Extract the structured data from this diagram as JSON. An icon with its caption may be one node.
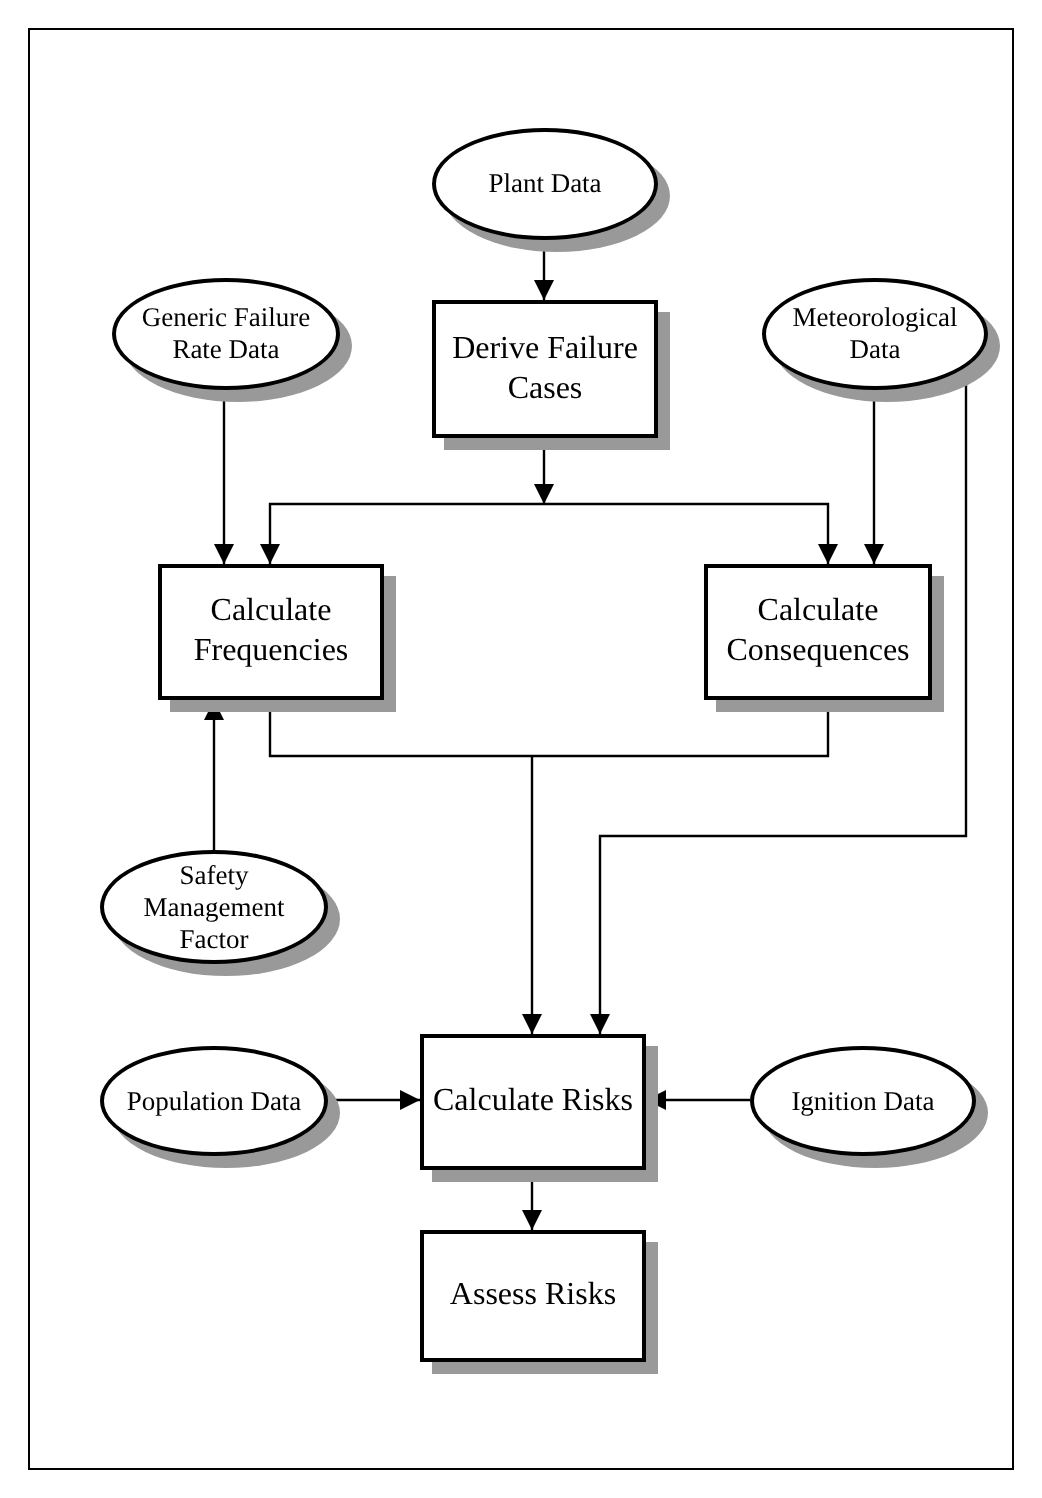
{
  "diagram": {
    "nodes": [
      {
        "text": [
          "Plant Data"
        ]
      },
      {
        "text": [
          "Derive Failure Cases"
        ]
      },
      {
        "text": [
          "Generic Failure Rate Data"
        ]
      },
      {
        "text": [
          "Meteorological Data"
        ]
      },
      {
        "text": [
          "Calculate Frequencies"
        ]
      },
      {
        "text": [
          "Calculate Consequences"
        ]
      },
      {
        "text": [
          "Safety Management Factor"
        ]
      },
      {
        "text": [
          "Population Data"
        ]
      },
      {
        "text": [
          "Calculate Risks"
        ]
      },
      {
        "text": [
          "Ignition Data"
        ]
      },
      {
        "text": [
          "Assess Risks"
        ]
      }
    ],
    "edges": [
      {
        "from": 0,
        "to": 1,
        "arrow": "to"
      },
      {
        "from": 1,
        "to": 4,
        "arrow": "to"
      },
      {
        "from": 1,
        "to": 5,
        "arrow": "to"
      },
      {
        "from": 2,
        "to": 4,
        "arrow": "to"
      },
      {
        "from": 3,
        "to": 5,
        "arrow": "to"
      },
      {
        "from": 3,
        "to": 8,
        "arrow": "to"
      },
      {
        "from": 6,
        "to": 4,
        "arrow": "to"
      },
      {
        "from": 4,
        "to": 8,
        "arrow": "to"
      },
      {
        "from": 5,
        "to": 8,
        "arrow": "to"
      },
      {
        "from": 7,
        "to": 8,
        "arrow": "to"
      },
      {
        "from": 9,
        "to": 8,
        "arrow": "to"
      },
      {
        "from": 8,
        "to": 10,
        "arrow": "to"
      }
    ]
  }
}
